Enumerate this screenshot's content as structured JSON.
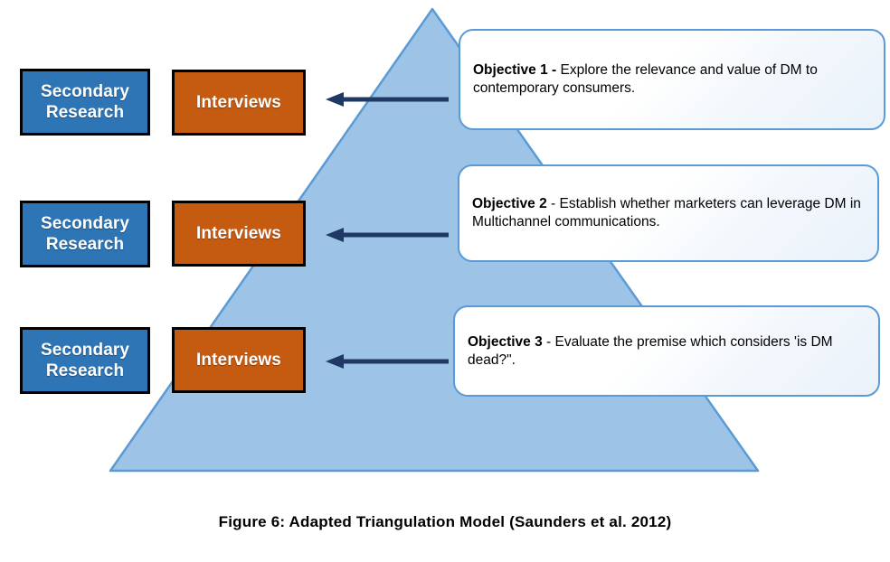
{
  "figure": {
    "caption": "Figure 6: Adapted Triangulation Model (Saunders et al. 2012)"
  },
  "colors": {
    "triangle_fill": "#9DC3E6",
    "triangle_stroke": "#5B9BD5",
    "secondary_box": "#2E75B6",
    "interviews_box": "#C55A11",
    "arrow": "#1F3864",
    "callout_border": "#5B9BD5",
    "box_outline": "#000000",
    "text_light": "#FFFFFF",
    "text_dark": "#000000"
  },
  "triangle": {
    "label": "triangulation-triangle",
    "apex": [
      478,
      10
    ],
    "base_left": [
      122,
      521
    ],
    "base_right": [
      838,
      521
    ]
  },
  "rows": [
    {
      "secondary_label": "Secondary\nResearch",
      "secondary_line1": "Secondary",
      "secondary_line2": "Research",
      "interviews_label": "Interviews",
      "arrow_name": "arrow-left-objective-1",
      "objective": {
        "lead": "Objective 1 -",
        "body": " Explore the relevance and value of DM to contemporary consumers."
      }
    },
    {
      "secondary_label": "Secondary\nResearch",
      "secondary_line1": "Secondary",
      "secondary_line2": "Research",
      "interviews_label": "Interviews",
      "arrow_name": "arrow-left-objective-2",
      "objective": {
        "lead": "Objective 2",
        "body": " - Establish whether marketers can leverage DM in Multichannel communications."
      }
    },
    {
      "secondary_label": "Secondary\nResearch",
      "secondary_line1": "Secondary",
      "secondary_line2": "Research",
      "interviews_label": "Interviews",
      "arrow_name": "arrow-left-objective-3",
      "objective": {
        "lead": "Objective 3",
        "body": " - Evaluate the premise which considers 'is DM dead?\"."
      }
    }
  ]
}
